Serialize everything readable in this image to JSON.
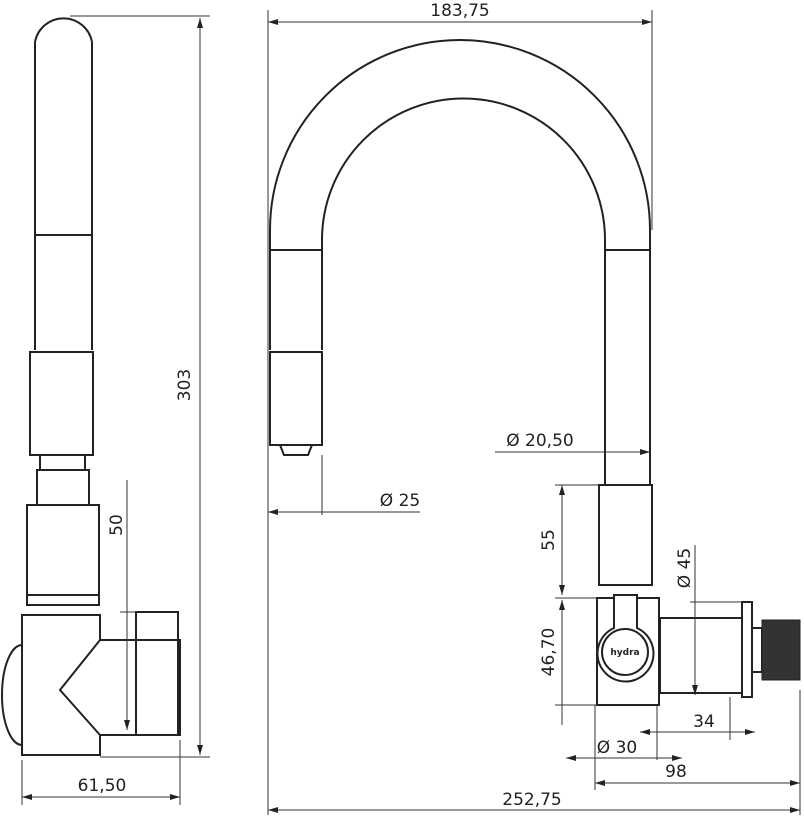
{
  "dimensions": {
    "arch_width": "183,75",
    "total_height": "303",
    "handle_height": "50",
    "side_depth": "61,50",
    "tube_diameter": "Ø 20,50",
    "nozzle_diameter": "Ø 25",
    "collar_height": "55",
    "body_height": "46,70",
    "connector_diameter": "Ø 45",
    "connector_length": "34",
    "body_diameter": "Ø 30",
    "base_to_thread": "98",
    "total_width": "252,75"
  },
  "brand_logo": "hydra"
}
